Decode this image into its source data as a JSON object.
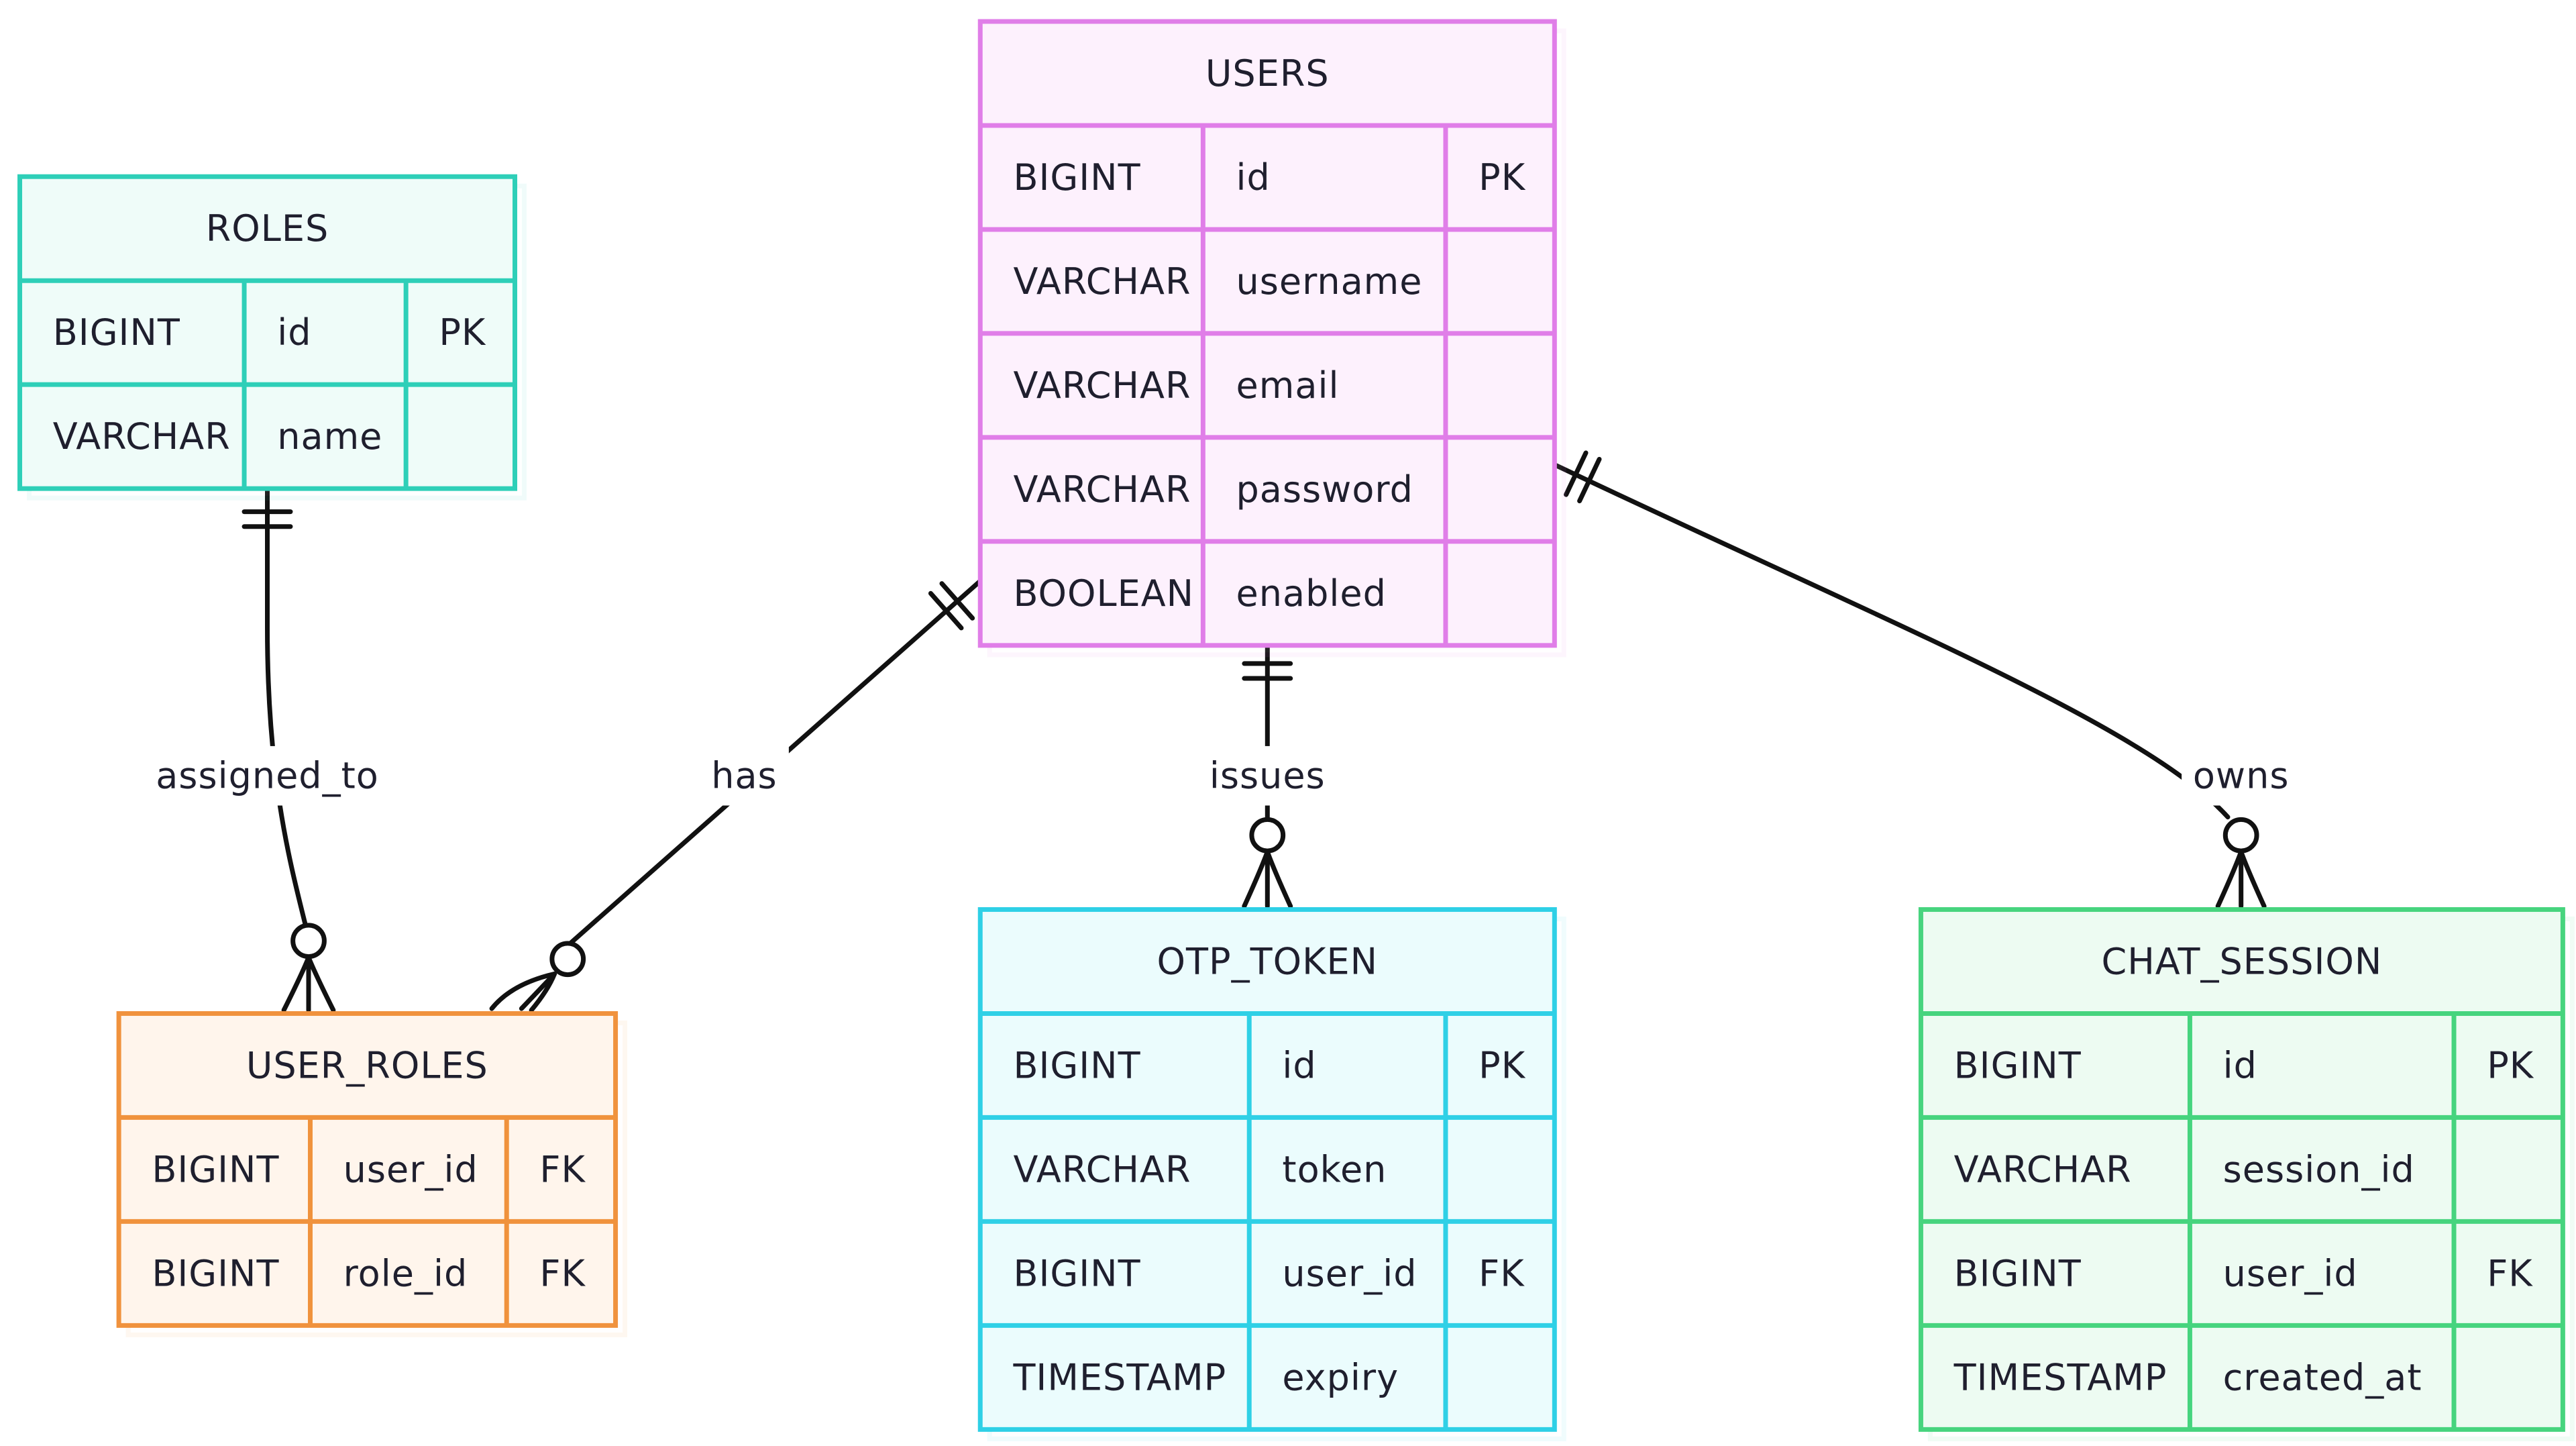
{
  "entities": {
    "roles": {
      "name": "ROLES",
      "color": "#2ecfb8",
      "fill": "#effcf9",
      "rows": [
        {
          "type": "BIGINT",
          "field": "id",
          "key": "PK"
        },
        {
          "type": "VARCHAR",
          "field": "name",
          "key": ""
        }
      ]
    },
    "users": {
      "name": "USERS",
      "color": "#e07ee8",
      "fill": "#fdf1fd",
      "rows": [
        {
          "type": "BIGINT",
          "field": "id",
          "key": "PK"
        },
        {
          "type": "VARCHAR",
          "field": "username",
          "key": ""
        },
        {
          "type": "VARCHAR",
          "field": "email",
          "key": ""
        },
        {
          "type": "VARCHAR",
          "field": "password",
          "key": ""
        },
        {
          "type": "BOOLEAN",
          "field": "enabled",
          "key": ""
        }
      ]
    },
    "user_roles": {
      "name": "USER_ROLES",
      "color": "#f0923c",
      "fill": "#fff5ec",
      "rows": [
        {
          "type": "BIGINT",
          "field": "user_id",
          "key": "FK"
        },
        {
          "type": "BIGINT",
          "field": "role_id",
          "key": "FK"
        }
      ]
    },
    "otp_token": {
      "name": "OTP_TOKEN",
      "color": "#2fd0e6",
      "fill": "#ebfcfd",
      "rows": [
        {
          "type": "BIGINT",
          "field": "id",
          "key": "PK"
        },
        {
          "type": "VARCHAR",
          "field": "token",
          "key": ""
        },
        {
          "type": "BIGINT",
          "field": "user_id",
          "key": "FK"
        },
        {
          "type": "TIMESTAMP",
          "field": "expiry",
          "key": ""
        }
      ]
    },
    "chat_session": {
      "name": "CHAT_SESSION",
      "color": "#46d47e",
      "fill": "#edfbf2",
      "rows": [
        {
          "type": "BIGINT",
          "field": "id",
          "key": "PK"
        },
        {
          "type": "VARCHAR",
          "field": "session_id",
          "key": ""
        },
        {
          "type": "BIGINT",
          "field": "user_id",
          "key": "FK"
        },
        {
          "type": "TIMESTAMP",
          "field": "created_at",
          "key": ""
        }
      ]
    }
  },
  "relationships": [
    {
      "id": "roles-user_roles",
      "label": "assigned_to",
      "from": "ROLES",
      "to": "USER_ROLES",
      "from_card": "exactly-one",
      "to_card": "zero-or-many"
    },
    {
      "id": "users-user_roles",
      "label": "has",
      "from": "USERS",
      "to": "USER_ROLES",
      "from_card": "exactly-one",
      "to_card": "zero-or-many"
    },
    {
      "id": "users-otp_token",
      "label": "issues",
      "from": "USERS",
      "to": "OTP_TOKEN",
      "from_card": "exactly-one",
      "to_card": "zero-or-many"
    },
    {
      "id": "users-chat_session",
      "label": "owns",
      "from": "USERS",
      "to": "CHAT_SESSION",
      "from_card": "exactly-one",
      "to_card": "zero-or-many"
    }
  ]
}
